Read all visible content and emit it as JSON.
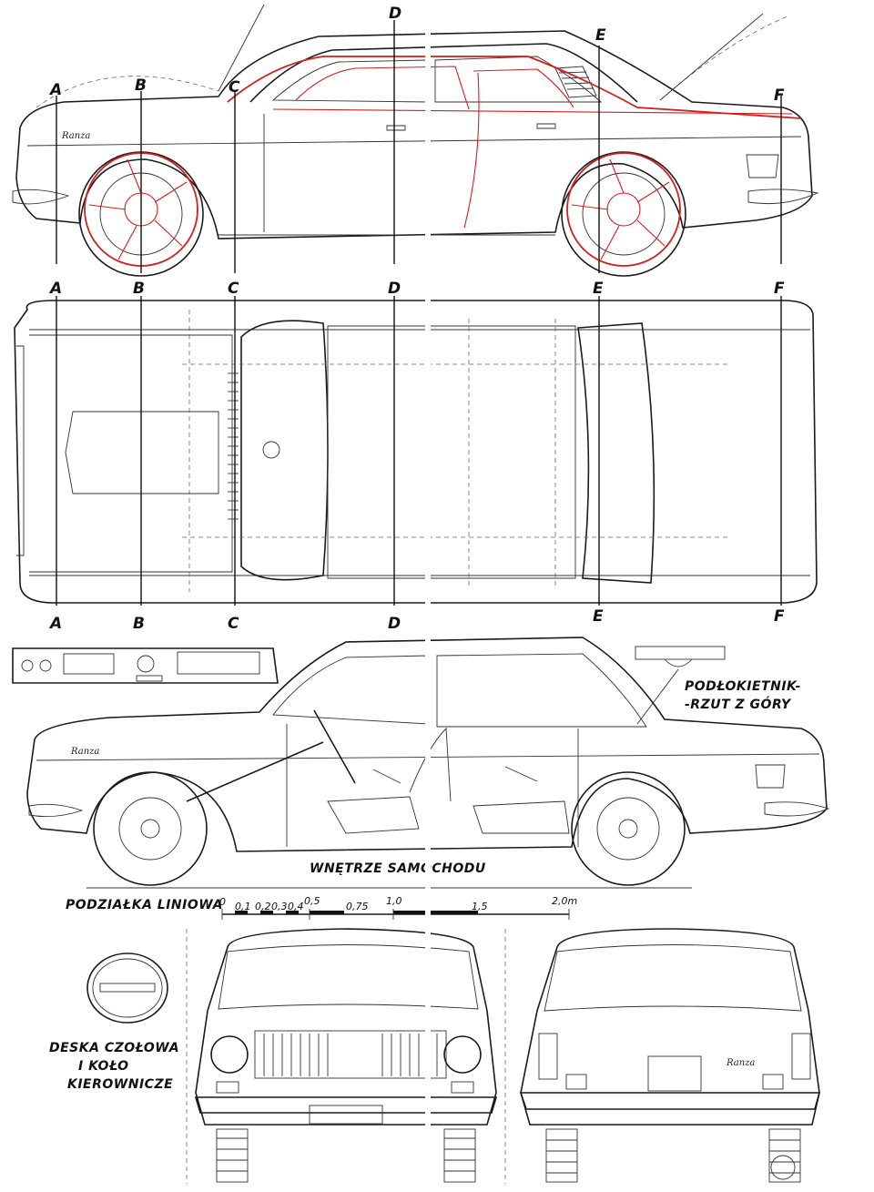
{
  "section_markers": {
    "side_top": [
      "A",
      "B",
      "C",
      "D",
      "E",
      "F"
    ],
    "plan_top": [
      "A",
      "B",
      "C",
      "D",
      "E",
      "F"
    ],
    "plan_bottom": [
      "A",
      "B",
      "C",
      "D",
      "E",
      "F"
    ]
  },
  "captions": {
    "armrest_line1": "PODŁOKIETNIK-",
    "armrest_line2": "-RZUT Z GÓRY",
    "interior": "WNĘTRZE SAMOCHODU",
    "scale_title": "PODZIAŁKA LINIOWA",
    "dashboard_line1": "DESKA CZOŁOWA",
    "dashboard_line2": "I KOŁO",
    "dashboard_line3": "KIEROWNICZE"
  },
  "scale": {
    "ticks": [
      "0",
      "0,1",
      "0,2",
      "0,3",
      "0,4",
      "0,5",
      "0,75",
      "1,0",
      "1,5",
      "2,0m"
    ]
  },
  "badge": {
    "script_name": "Ranza"
  },
  "colors": {
    "line": "#1a1a1a",
    "overlay": "#d21f1f",
    "background": "#ffffff"
  }
}
